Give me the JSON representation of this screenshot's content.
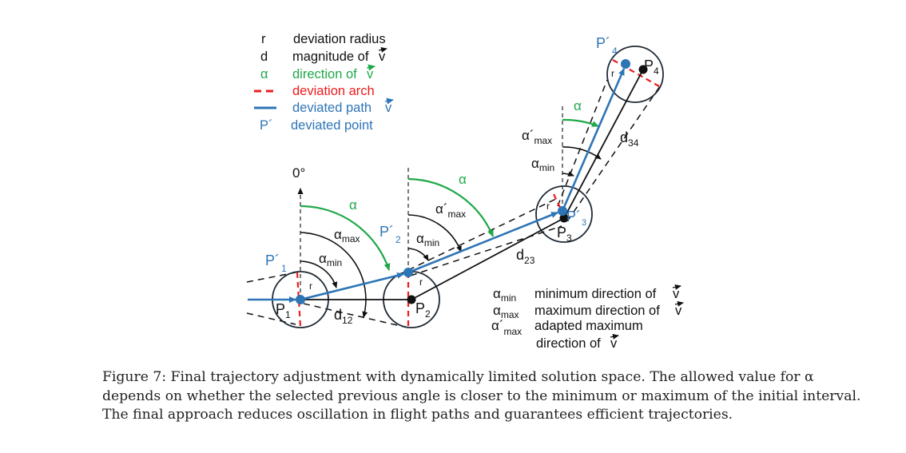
{
  "colors": {
    "black": "#111111",
    "blue": "#2e75b6",
    "green": "#1fa84a",
    "red": "#ee1c1c"
  },
  "legend_top": [
    {
      "symbol": "r",
      "label": "deviation radius",
      "color": "black"
    },
    {
      "symbol": "d",
      "label": "magnitude of",
      "vec": "v",
      "color": "black"
    },
    {
      "symbol": "α",
      "label": "direction of",
      "vec": "v",
      "color": "green"
    },
    {
      "symbol": "dashed-red-line",
      "label": "deviation arch",
      "color": "red"
    },
    {
      "symbol": "solid-blue-line",
      "label": "deviated path",
      "vec": "v",
      "color": "blue"
    },
    {
      "symbol": "P´",
      "label": "deviated point",
      "color": "blue"
    }
  ],
  "legend_bottom": [
    {
      "symbol": "α",
      "sub": "min",
      "label": "minimum direction of",
      "vec": "v"
    },
    {
      "symbol": "α",
      "sub": "max",
      "label": "maximum direction of",
      "vec": "v"
    },
    {
      "symbol": "α´",
      "sub": "max",
      "label": "adapted maximum",
      "label2": "direction of",
      "vec": "v"
    }
  ],
  "points": {
    "P1": {
      "name": "P",
      "sub": "1"
    },
    "P2": {
      "name": "P",
      "sub": "2"
    },
    "P3": {
      "name": "P",
      "sub": "3"
    },
    "P4": {
      "name": "P",
      "sub": "4"
    },
    "Pp1": {
      "name": "P´",
      "sub": "1"
    },
    "Pp2": {
      "name": "P´",
      "sub": "2"
    },
    "Pp3": {
      "name": "P´",
      "sub": "3"
    },
    "Pp4": {
      "name": "P´",
      "sub": "4"
    }
  },
  "distances": {
    "d12": {
      "name": "d",
      "sub": "12"
    },
    "d23": {
      "name": "d",
      "sub": "23"
    },
    "d34": {
      "name": "d",
      "sub": "34"
    }
  },
  "labels": {
    "zero_deg": "0°",
    "r": "r",
    "alpha": "α",
    "alpha_min": {
      "sym": "α",
      "sub": "min"
    },
    "alpha_max": {
      "sym": "α",
      "sub": "max"
    },
    "alpha_prime_max": {
      "sym": "α´",
      "sub": "max"
    }
  },
  "caption": {
    "line1": "Figure 7: Final trajectory adjustment with dynamically limited solution space. The allowed value for α",
    "line2": "depends on whether the selected previous angle is closer to the minimum or maximum of the initial interval.",
    "line3": "The final approach reduces oscillation in flight paths and guarantees efficient trajectories."
  }
}
